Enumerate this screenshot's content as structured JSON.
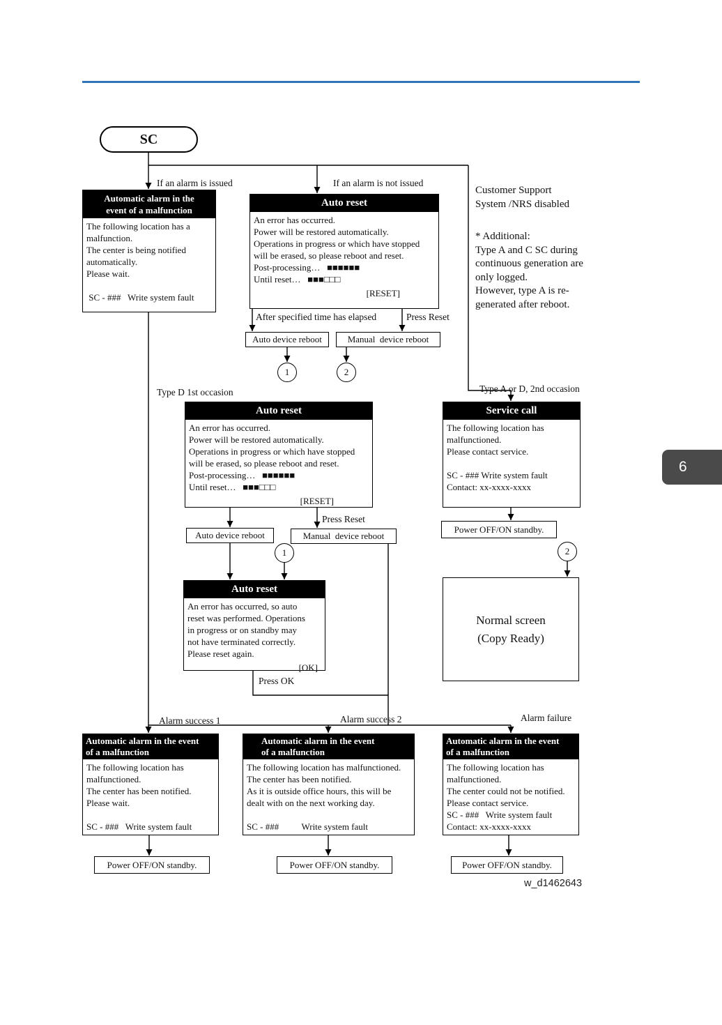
{
  "meta": {
    "figure_id": "w_d1462643",
    "page_tab": "6",
    "rule_color": "#2e75b6"
  },
  "labels": {
    "alarm_issued": "If an alarm is issued",
    "alarm_not_issued": "If an alarm is not issued",
    "after_time": "After specified time has elapsed",
    "press_reset": "Press Reset",
    "press_ok": "Press OK",
    "type_d_first": "Type D 1st occasion",
    "type_a_d_second": "Type A or D, 2nd occasion",
    "alarm_success_1": "Alarm success 1",
    "alarm_success_2": "Alarm success 2",
    "alarm_failure": "Alarm failure"
  },
  "connectors": {
    "c1": "1",
    "c2": "2"
  },
  "notes": {
    "customer_support": [
      "Customer Support",
      "System /NRS disabled"
    ],
    "additional": [
      "* Additional:",
      "Type A and C SC during",
      "continuous generation are",
      "only logged.",
      "However, type A is re-",
      "generated after reboot."
    ]
  },
  "nodes": {
    "sc": {
      "label": "SC"
    },
    "auto_alarm_top": {
      "header": [
        "Automatic alarm in the",
        "event of a malfunction"
      ],
      "body": [
        "The following location has a",
        "malfunction.",
        "The center is being notified",
        "automatically.",
        "Please wait.",
        "",
        " SC - ###   Write system fault"
      ]
    },
    "auto_reset_1": {
      "header": "Auto reset",
      "body": [
        "An error has occurred.",
        "Power will be restored automatically.",
        "Operations in progress or which have stopped",
        "will be erased, so please reboot and reset.",
        "Post-processing…   ■■■■■■",
        "Until reset…   ■■■□□□"
      ],
      "button": "[RESET]"
    },
    "auto_device_reboot_1": {
      "label": "Auto device reboot"
    },
    "manual_device_reboot_1": {
      "label": "Manual  device reboot"
    },
    "auto_reset_2": {
      "header": "Auto reset",
      "body": [
        "An error has occurred.",
        "Power will be restored automatically.",
        "Operations in progress or which have stopped",
        "will be erased, so please reboot and reset.",
        "Post-processing…   ■■■■■■",
        "Until reset…   ■■■□□□"
      ],
      "button": "[RESET]"
    },
    "service_call": {
      "header": "Service call",
      "body": [
        "The following location has",
        "malfunctioned.",
        "Please contact service.",
        "",
        "SC - ### Write system fault",
        "Contact: xx-xxxx-xxxx"
      ]
    },
    "auto_device_reboot_2": {
      "label": "Auto device reboot"
    },
    "manual_device_reboot_2": {
      "label": "Manual  device reboot"
    },
    "power_standby_sc": {
      "label": "Power OFF/ON standby."
    },
    "auto_reset_3": {
      "header": "Auto reset",
      "body": [
        "An error has occurred, so auto",
        "reset was performed. Operations",
        "in progress or on standby may",
        "not have terminated correctly.",
        "Please reset again."
      ],
      "button": "[OK]"
    },
    "normal_screen": {
      "body": [
        "Normal screen",
        "(Copy Ready)"
      ]
    },
    "alarm_success_box_1": {
      "header": [
        "Automatic alarm in the event",
        "of a malfunction"
      ],
      "body": [
        "The following location has",
        "malfunctioned.",
        "The center has been notified.",
        "Please wait.",
        "",
        "SC - ###   Write system fault"
      ]
    },
    "alarm_success_box_2": {
      "header": [
        "Automatic alarm in the event",
        "of a malfunction"
      ],
      "body": [
        "The following location has malfunctioned.",
        "The center has been notified.",
        "As it is outside office hours, this will be",
        "dealt with on the next working day.",
        "",
        "SC - ###          Write system fault"
      ]
    },
    "alarm_failure_box": {
      "header": [
        "Automatic alarm in the event",
        "of a malfunction"
      ],
      "body": [
        "The following location has",
        "malfunctioned.",
        "The center could not be notified.",
        "Please contact service.",
        "SC - ###   Write system fault",
        "Contact: xx-xxxx-xxxx"
      ]
    },
    "power_standby_1": {
      "label": "Power OFF/ON standby."
    },
    "power_standby_2": {
      "label": "Power OFF/ON standby."
    },
    "power_standby_3": {
      "label": "Power OFF/ON standby."
    }
  }
}
